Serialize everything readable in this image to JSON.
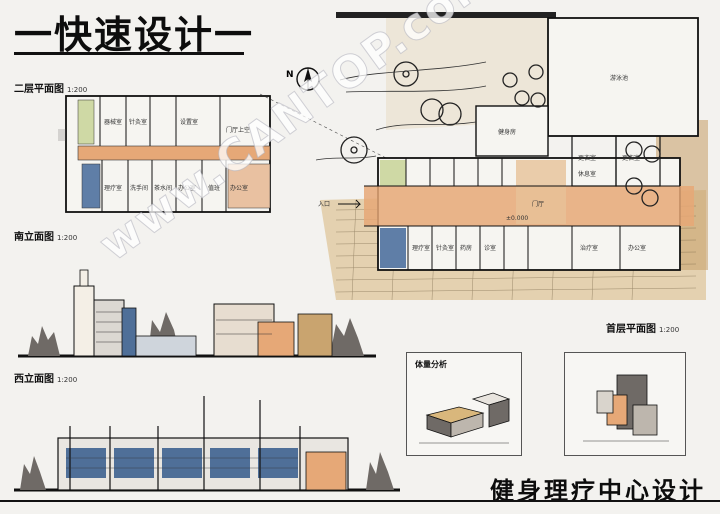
{
  "sheet": {
    "main_title": "一快速设计一",
    "project_title": "健身理疗中心设计",
    "watermark": "www.CANTOP.com",
    "north_symbol": "N",
    "labels": {
      "second_floor_plan": "二层平面图",
      "second_floor_scale": "1:200",
      "south_elevation": "南立面图",
      "south_elevation_scale": "1:200",
      "west_elevation": "西立面图",
      "west_elevation_scale": "1:200",
      "first_floor_plan": "首层平面图",
      "first_floor_scale": "1:200",
      "massing_analysis": "体量分析"
    },
    "rooms": {
      "upper_plan": [
        "器械室",
        "针灸室",
        "设置室",
        "门厅上空",
        "理疗室",
        "洗手间",
        "茶水间",
        "办公室",
        "值班",
        "办公室"
      ],
      "main_plan": [
        "游泳池",
        "健身房",
        "门厅",
        "更衣室",
        "休息室",
        "更衣室",
        "理疗室",
        "针灸室",
        "药房",
        "诊室",
        "治疗室",
        "办公室"
      ],
      "entrance_note": "入口",
      "level_note": "±0.000"
    },
    "colors": {
      "ink": "#111111",
      "orange_wash": "#e0955a",
      "ochre_wash": "#d9b77c",
      "blue_wash": "#4f6f98",
      "paper": "#f3f2ef"
    }
  }
}
